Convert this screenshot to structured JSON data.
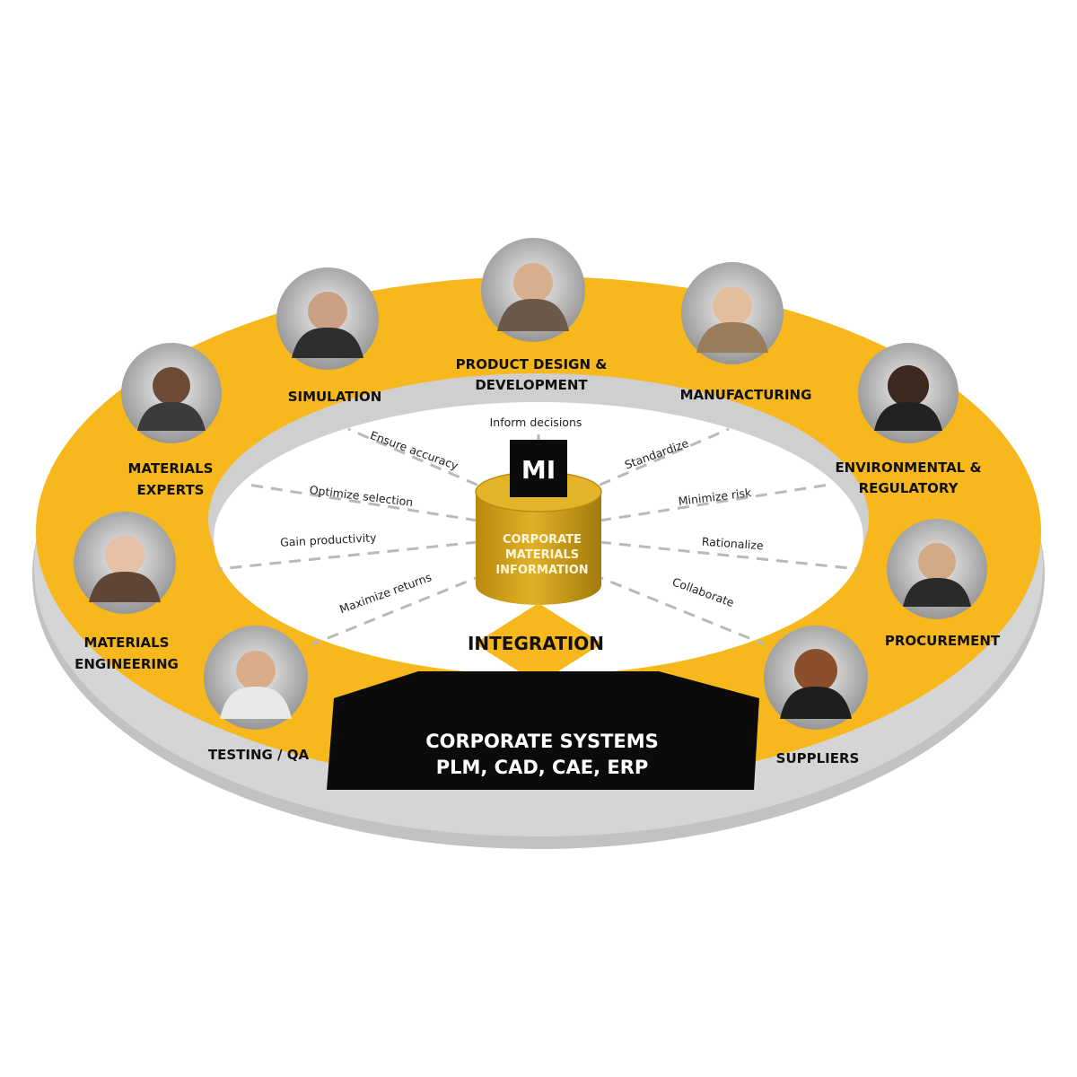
{
  "colors": {
    "ring_yellow": "#f6b81c",
    "ring_side": "#d5d5d5",
    "ring_shadow": "#c2c2c2",
    "hub_gold": "#dcaa1a",
    "hub_gold_dark": "#a77e0d",
    "black": "#0b0b0b",
    "dash": "#b9b9b9"
  },
  "hub": {
    "badge": "MI",
    "inform": "Inform decisions",
    "lines": [
      "CORPORATE",
      "MATERIALS",
      "INFORMATION"
    ]
  },
  "integration": "INTEGRATION",
  "systems": {
    "line1": "CORPORATE SYSTEMS",
    "line2": "PLM, CAD, CAE, ERP"
  },
  "benefits": {
    "ensure": "Ensure accuracy",
    "optimize": "Optimize selection",
    "gain": "Gain productivity",
    "maximize": "Maximize returns",
    "standardize": "Standardize",
    "minimize": "Minimize risk",
    "rationalize": "Rationalize",
    "collaborate": "Collaborate"
  },
  "roles": {
    "materials_experts": [
      "MATERIALS",
      "EXPERTS"
    ],
    "simulation": [
      "SIMULATION"
    ],
    "product_design": [
      "PRODUCT DESIGN &",
      "DEVELOPMENT"
    ],
    "manufacturing": [
      "MANUFACTURING"
    ],
    "environmental": [
      "ENVIRONMENTAL &",
      "REGULATORY"
    ],
    "materials_engineering": [
      "MATERIALS",
      "ENGINEERING"
    ],
    "testing": [
      "TESTING / QA"
    ],
    "procurement": [
      "PROCUREMENT"
    ],
    "suppliers": [
      "SUPPLIERS"
    ]
  }
}
